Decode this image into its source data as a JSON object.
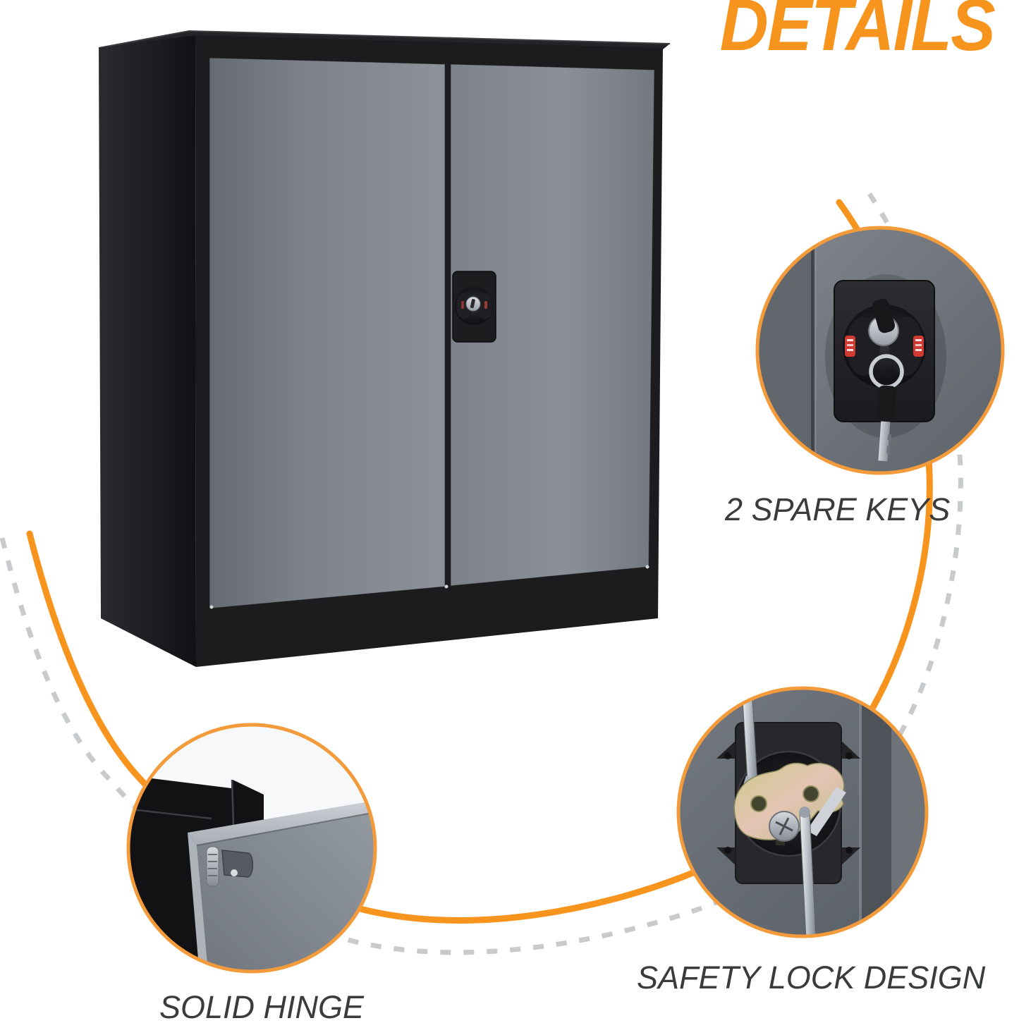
{
  "title": {
    "text": "DETAILS"
  },
  "callouts": [
    {
      "id": "spare-keys",
      "label": "2 SPARE KEYS"
    },
    {
      "id": "safety-lock",
      "label": "SAFETY LOCK DESIGN"
    },
    {
      "id": "solid-hinge",
      "label": "SOLID HINGE"
    }
  ],
  "colors": {
    "accent_orange": "#F7941D",
    "ring_orange": "#F39B3A",
    "dashed_gray": "#C9CACB",
    "label_text": "#3A3B3D",
    "cabinet_frame_black": "#1C1C1F",
    "cabinet_door_gray": "#82878F"
  }
}
